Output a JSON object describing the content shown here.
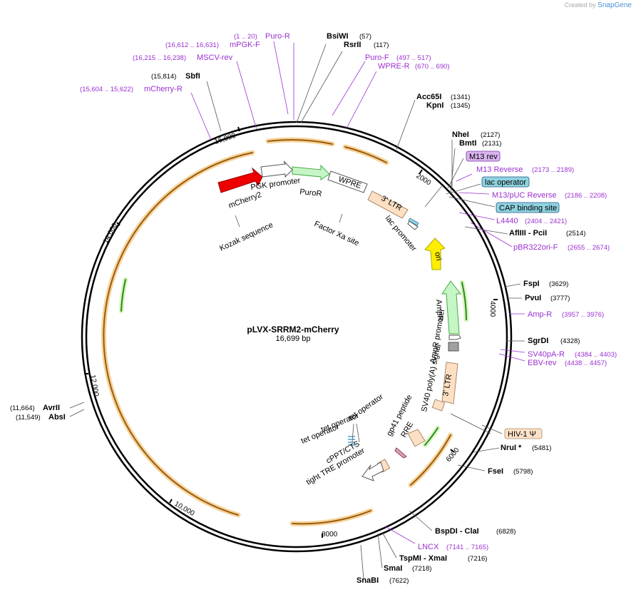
{
  "header": {
    "created_by": "Created by",
    "brand": "SnapGene"
  },
  "plasmid": {
    "name": "pLVX-SRRM2-mCherry",
    "size": "16,699 bp"
  },
  "ticks": [
    {
      "label": "2000",
      "dy": "5"
    },
    {
      "label": "4000",
      "dy": "5"
    },
    {
      "label": "6000",
      "dy": "5"
    },
    {
      "label": "8000",
      "dy": "5"
    },
    {
      "label": "10,000",
      "dy": "5"
    },
    {
      "label": "12,000",
      "dy": "5"
    },
    {
      "label": "14,000",
      "dy": "5"
    },
    {
      "label": "16,000",
      "dy": "5"
    }
  ],
  "enzymes": [
    {
      "name": "BsiWI",
      "pos": "(57)"
    },
    {
      "name": "RsrII",
      "pos": "(117)"
    },
    {
      "name": "Acc65I",
      "pos": "(1341)"
    },
    {
      "name": "KpnI",
      "pos": "(1345)"
    },
    {
      "name": "NheI",
      "pos": "(2127)"
    },
    {
      "name": "BmtI",
      "pos": "(2131)"
    },
    {
      "name": "AflIII  - PciI",
      "pos": "(2514)"
    },
    {
      "name": "FspI",
      "pos": "(3629)"
    },
    {
      "name": "PvuI",
      "pos": "(3777)"
    },
    {
      "name": "SgrDI",
      "pos": "(4328)"
    },
    {
      "name": "NruI *",
      "pos": "(5481)"
    },
    {
      "name": "FseI",
      "pos": "(5798)"
    },
    {
      "name": "BspDI  - ClaI",
      "pos": "(6828)"
    },
    {
      "name": "TspMI  - XmaI",
      "pos": "(7216)"
    },
    {
      "name": "SmaI",
      "pos": "(7218)"
    },
    {
      "name": "SnaBI",
      "pos": "(7622)"
    },
    {
      "name": "AbsI",
      "pos": "(11,549)"
    },
    {
      "name": "AvrII",
      "pos": "(11,664)"
    },
    {
      "name": "SbfI",
      "pos": "(15,814)"
    }
  ],
  "primers": [
    {
      "name": "Puro-R",
      "pos": "(1 .. 20)"
    },
    {
      "name": "mPGK-F",
      "pos": "(16,612 .. 16,631)"
    },
    {
      "name": "MSCV-rev",
      "pos": "(16,215 .. 16,238)"
    },
    {
      "name": "mCherry-R",
      "pos": "(15,604 .. 15,622)"
    },
    {
      "name": "Puro-F",
      "pos": "(497 .. 517)"
    },
    {
      "name": "WPRE-R",
      "pos": "(670 .. 690)"
    },
    {
      "name": "M13 Reverse",
      "pos": "(2173 .. 2189)"
    },
    {
      "name": "M13/pUC Reverse",
      "pos": "(2186 .. 2208)"
    },
    {
      "name": "L4440",
      "pos": "(2404 .. 2421)"
    },
    {
      "name": "pBR322ori-F",
      "pos": "(2655 .. 2674)"
    },
    {
      "name": "Amp-R",
      "pos": "(3957 .. 3976)"
    },
    {
      "name": "SV40pA-R",
      "pos": "(4384 .. 4403)"
    },
    {
      "name": "EBV-rev",
      "pos": "(4438 .. 4457)"
    },
    {
      "name": "LNCX",
      "pos": "(7141 .. 7165)"
    }
  ],
  "boxed_features": [
    {
      "name": "M13 rev",
      "color": "#d9b3f0"
    },
    {
      "name": "lac operator",
      "color": "#8fd3e0"
    },
    {
      "name": "CAP binding site",
      "color": "#8fd3e0"
    },
    {
      "name": "HIV-1 Ψ",
      "color": "#fde2c8"
    }
  ],
  "features": [
    {
      "name": "mCherry2",
      "color": "#ee0000"
    },
    {
      "name": "PGK promoter",
      "color": "#ffffff"
    },
    {
      "name": "PuroR",
      "color": "#c6f5c6"
    },
    {
      "name": "WPRE",
      "color": "#ffffff"
    },
    {
      "name": "3' LTR",
      "color": "#fde0c4"
    },
    {
      "name": "lac promoter",
      "color": "#ffffff"
    },
    {
      "name": "ori",
      "color": "#ffee00"
    },
    {
      "name": "AmpR",
      "color": "#c6f5c6"
    },
    {
      "name": "AmpR promoter",
      "color": "#ffffff"
    },
    {
      "name": "SV40 poly(A) signal",
      "color": "#a0a0a0"
    },
    {
      "name": "3' LTR",
      "color": "#fde0c4"
    },
    {
      "name": "RRE",
      "color": "#fde0c4"
    },
    {
      "name": "gp41 peptide",
      "color": "#e0a0c0"
    },
    {
      "name": "cPPT/CTS",
      "color": "#fde0c4"
    },
    {
      "name": "tight TRE promoter",
      "color": "#ffffff"
    },
    {
      "name": "tet operator",
      "color": "#4aa0c8"
    },
    {
      "name": "tet operator",
      "color": "#4aa0c8"
    },
    {
      "name": "tet operator",
      "color": "#4aa0c8"
    },
    {
      "name": "Kozak sequence",
      "color": "#ffffff"
    },
    {
      "name": "Factor Xa site",
      "color": "#ffffff"
    }
  ],
  "colors": {
    "enzyme": "#000000",
    "primer": "#9b30d0",
    "orf": "#d98c1a",
    "ring": "#000000"
  }
}
